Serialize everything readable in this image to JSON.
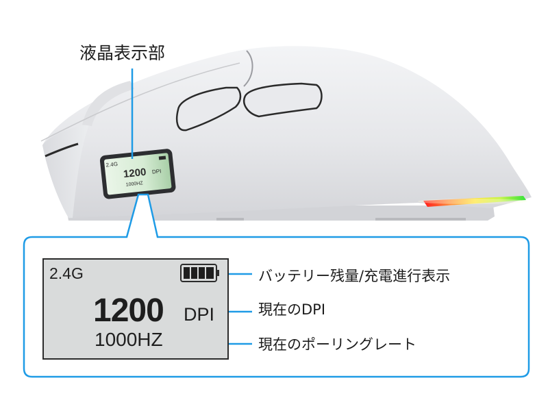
{
  "title_label": "液晶表示部",
  "mouse_lcd": {
    "band": "2.4G",
    "dpi_value": "1200",
    "dpi_unit": "DPI",
    "polling_rate": "1000HZ"
  },
  "callout": {
    "lcd": {
      "band": "2.4G",
      "dpi_value": "1200",
      "dpi_unit": "DPI",
      "polling_rate": "1000HZ",
      "battery_icon": "battery-full-icon",
      "battery_segments": 4
    },
    "annotations": [
      {
        "id": "battery",
        "label": "バッテリー残量/充電進行表示"
      },
      {
        "id": "dpi",
        "label": "現在のDPI"
      },
      {
        "id": "rate",
        "label": "現在のポーリングレート"
      }
    ]
  },
  "colors": {
    "callout_line": "#1e9be6",
    "lcd_background": "#d9dbdb",
    "lcd_border": "#2b2b2b",
    "mouse_body": "#e8e9ec",
    "mouse_lcd_glow": "#cfe8cf",
    "rgb_strip": [
      "#ff1a1a",
      "#ff8a3d",
      "#ffe53a",
      "#b8f542",
      "#35e33a"
    ]
  }
}
